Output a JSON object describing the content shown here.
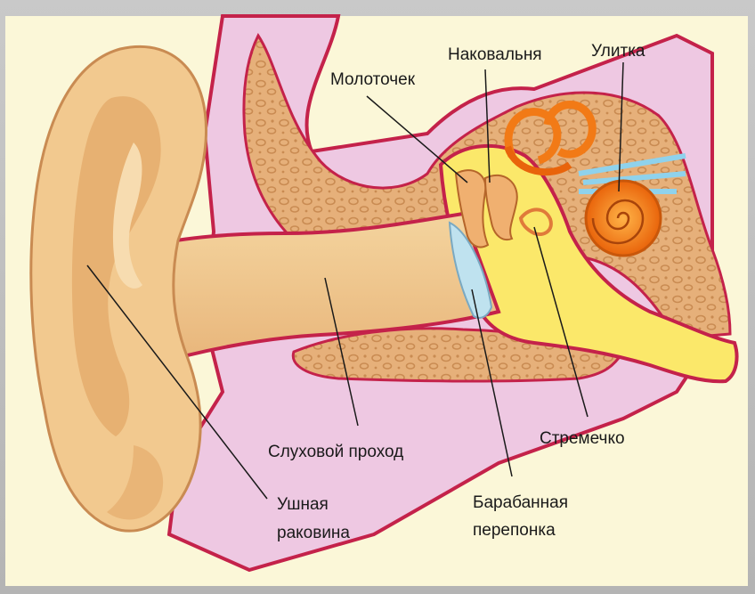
{
  "labels": {
    "anvil": "Наковальня",
    "cochlea": "Улитка",
    "hammer": "Молоточек",
    "stirrup": "Стремечко",
    "ear_canal": "Слуховой проход",
    "auricle_line1": "Ушная",
    "auricle_line2": "раковина",
    "eardrum_line1": "Барабанная",
    "eardrum_line2": "перепонка"
  },
  "colors": {
    "background": "#fbf7d8",
    "skin": "#f2c98f",
    "skin_shadow": "#e3a868",
    "outline": "#c4224a",
    "cartilage": "#eec8e2",
    "bone": "#e6b07a",
    "bone_spots": "#c98b52",
    "middle_ear": "#fbe86a",
    "eardrum": "#bfe2ef",
    "cochlea": "#f27a16",
    "nerve": "#8fd2ec"
  }
}
